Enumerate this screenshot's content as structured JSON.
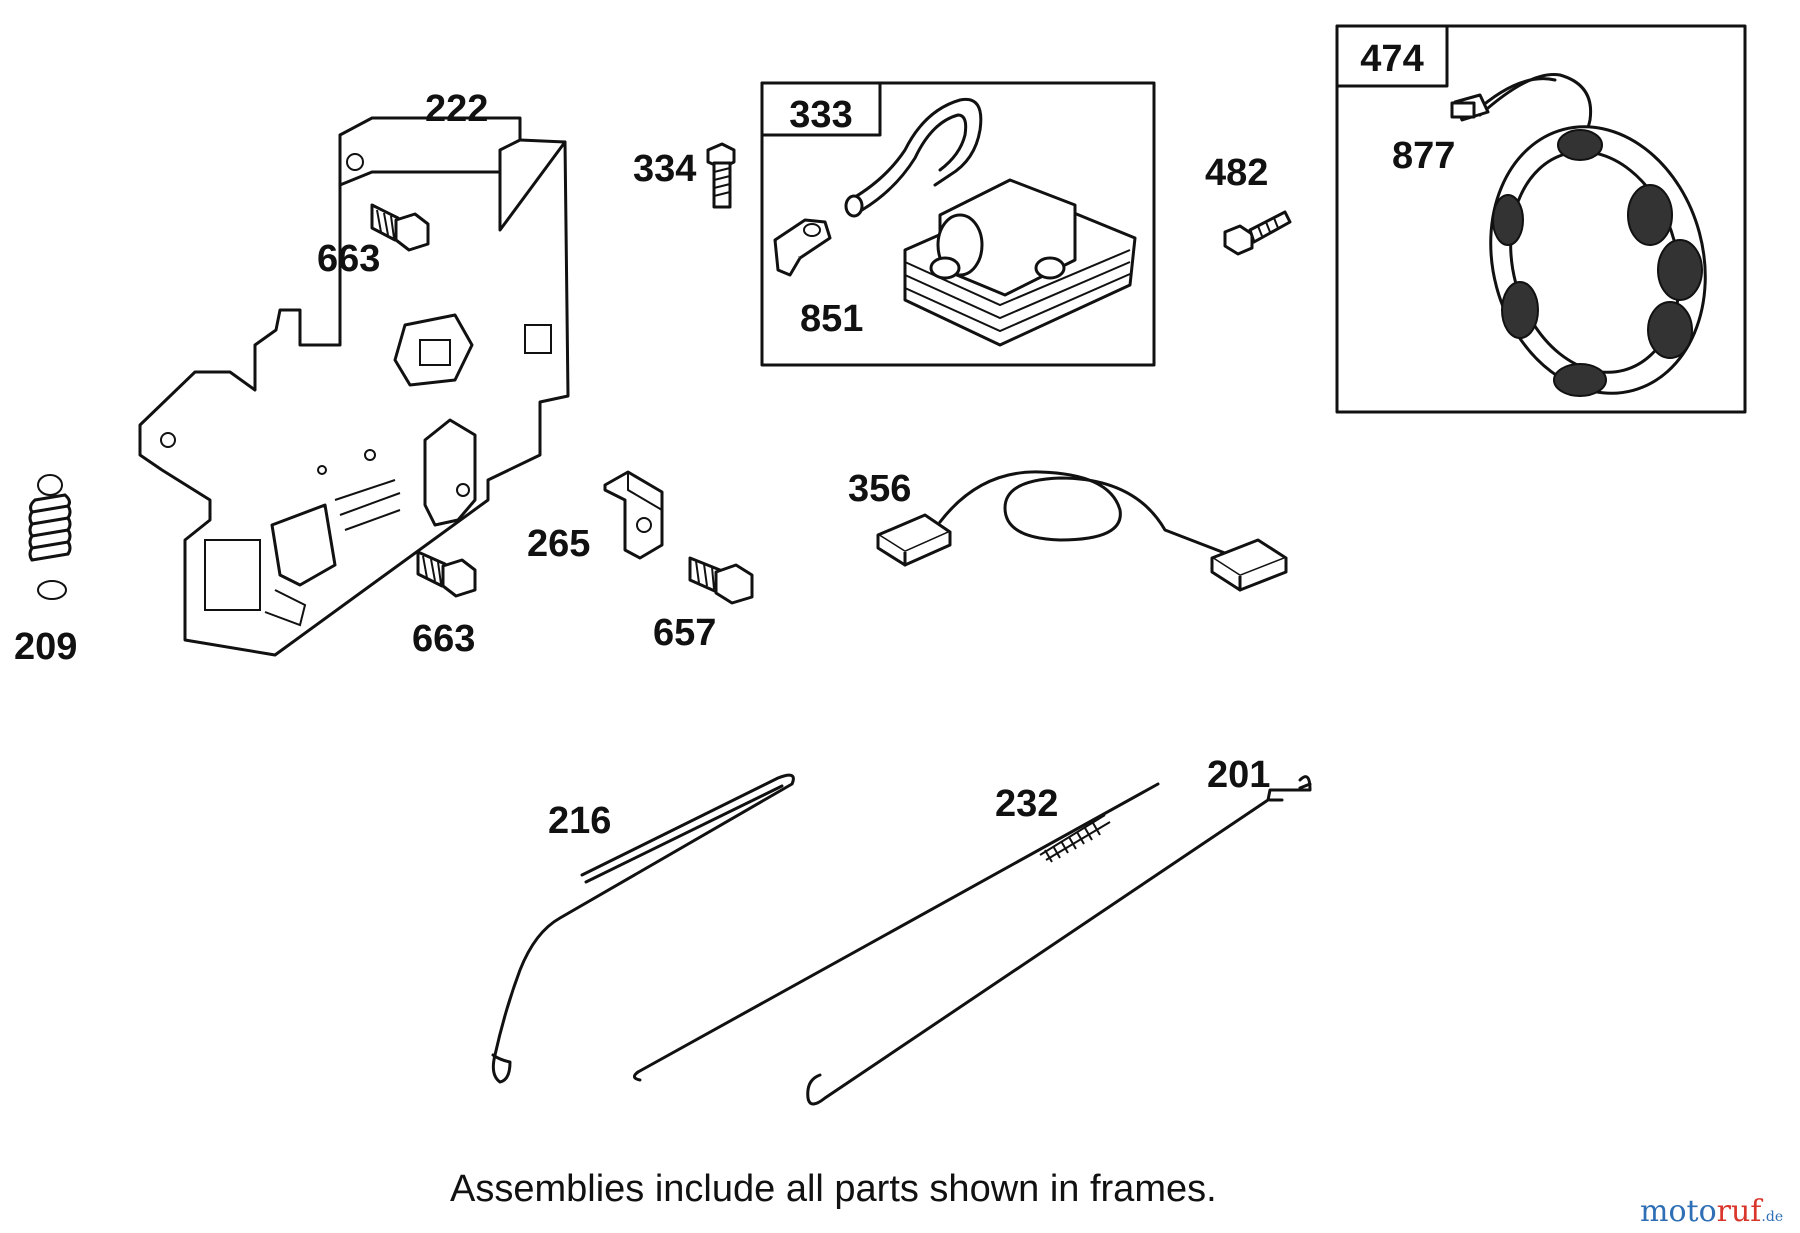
{
  "diagram": {
    "callouts": {
      "c222": "222",
      "c663a": "663",
      "c663b": "663",
      "c209": "209",
      "c334": "334",
      "c851": "851",
      "c482": "482",
      "c877": "877",
      "c356": "356",
      "c265": "265",
      "c657": "657",
      "c216": "216",
      "c232": "232",
      "c201": "201"
    },
    "frames": {
      "f333": "333",
      "f474": "474"
    },
    "caption": "Assemblies include all parts shown in frames.",
    "watermark": {
      "part1": "moto",
      "part2": "ruf",
      "part3": ".de"
    }
  }
}
